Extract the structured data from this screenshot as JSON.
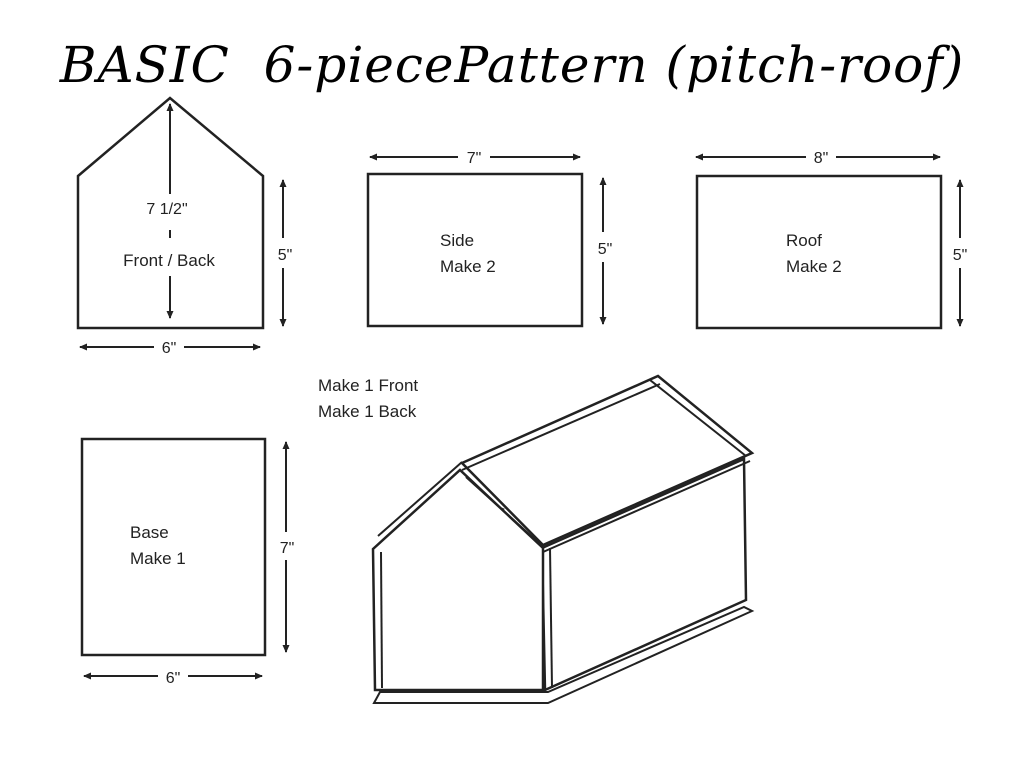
{
  "title": "BASIC  6-piecePattern (pitch-roof)",
  "pieces": {
    "front_back": {
      "height_label": "7 1/2\"",
      "name": "Front / Back",
      "side_dim": "5\"",
      "bottom_dim": "6\""
    },
    "side": {
      "top_dim": "7\"",
      "name": "Side",
      "qty": "Make 2",
      "side_dim": "5\""
    },
    "roof": {
      "top_dim": "8\"",
      "name": "Roof",
      "qty": "Make 2",
      "side_dim": "5\""
    },
    "base": {
      "name": "Base",
      "qty": "Make 1",
      "side_dim": "7\"",
      "bottom_dim": "6\""
    }
  },
  "front_back_note": {
    "line1": "Make 1 Front",
    "line2": "Make 1 Back"
  }
}
